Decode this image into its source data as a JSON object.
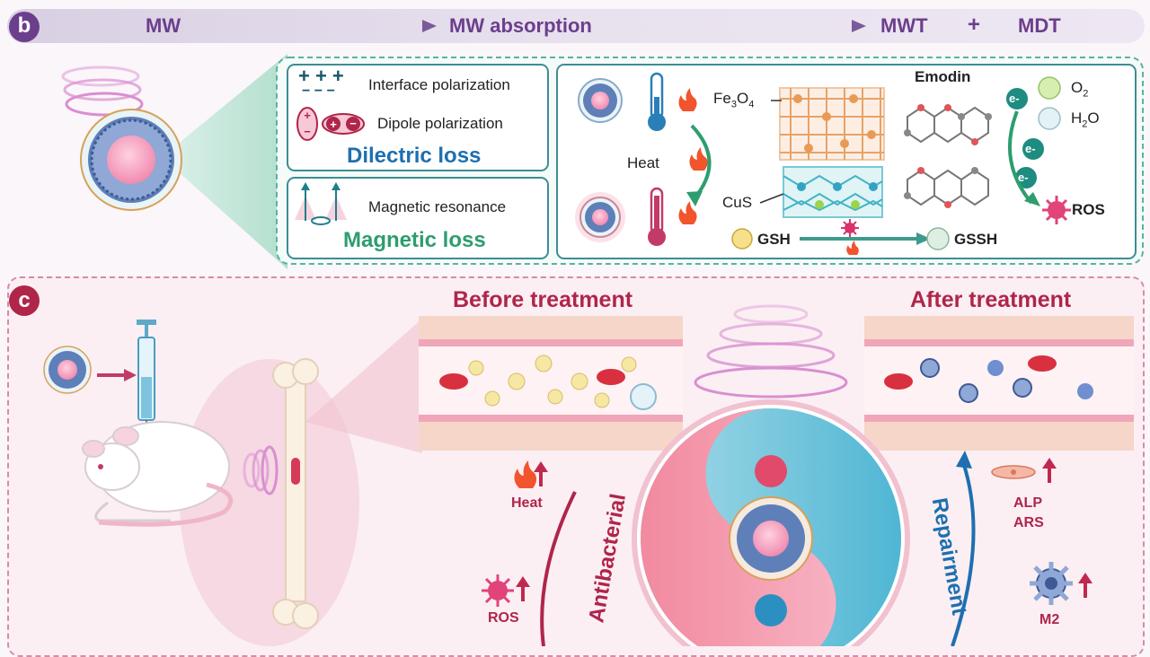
{
  "panel_b": {
    "letter": "b",
    "header": {
      "mw": "MW",
      "absorption": "MW absorption",
      "mwt": "MWT",
      "plus": "+",
      "mdt": "MDT"
    },
    "dielectric": {
      "plus_signs": "+ + +",
      "minus_signs": "− − −",
      "interface": "Interface polarization",
      "dipole": "Dipole polarization",
      "title": "Dilectric loss"
    },
    "magnetic": {
      "resonance": "Magnetic resonance",
      "title": "Magnetic loss"
    },
    "mechanism": {
      "fe3o4": "Fe",
      "fe3o4_sub1": "3",
      "fe3o4_mid": "O",
      "fe3o4_sub2": "4",
      "cus": "CuS",
      "heat": "Heat",
      "emodin": "Emodin",
      "gsh": "GSH",
      "gssh": "GSSH",
      "o2": "O",
      "o2_sub": "2",
      "h2o": "H",
      "h2o_sub": "2",
      "h2o_tail": "O",
      "electron": "e-",
      "ros": "ROS"
    }
  },
  "panel_c": {
    "letter": "c",
    "before": "Before treatment",
    "after": "After treatment",
    "heat": "Heat",
    "ros": "ROS",
    "antibacterial": "Antibacterial",
    "repairment": "Repairment",
    "alp": "ALP",
    "ars": "ARS",
    "m2": "M2"
  },
  "colors": {
    "purple": "#6b3f8c",
    "teal": "#1f7f8c",
    "green": "#2e9d6f",
    "crimson": "#b0254a",
    "blue_text": "#1e6fb0"
  }
}
